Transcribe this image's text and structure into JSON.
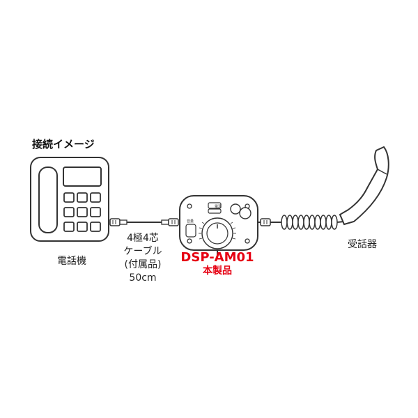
{
  "title": "接続イメージ",
  "devices": {
    "phone_label": "電話機",
    "handset_label": "受話器"
  },
  "cable": {
    "line1": "4極4芯",
    "line2": "ケーブル",
    "line3": "(付属品)",
    "line4": "50cm"
  },
  "product": {
    "model": "DSP-AM01",
    "name": "本製品",
    "accent_color": "#e60012"
  },
  "amp_labels": {
    "top_button": "電源",
    "side_button": "音量"
  }
}
